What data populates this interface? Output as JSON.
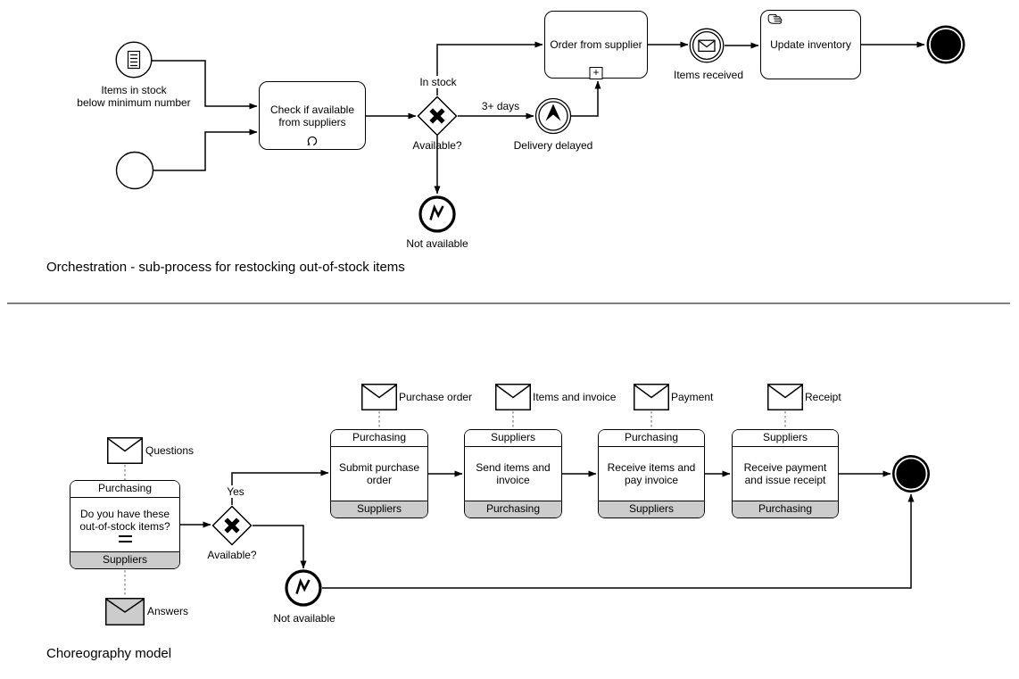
{
  "captions": {
    "orchestration": "Orchestration - sub-process for restocking out-of-stock items",
    "choreography": "Choreography model"
  },
  "orchestration": {
    "conditional_start_label": "Items in stock\nbelow minimum number",
    "task_check": "Check if available\nfrom suppliers",
    "task_order": "Order from supplier",
    "task_update": "Update inventory",
    "subprocess_marker": "+",
    "gateway_label": "Available?",
    "branch_in_stock": "In stock",
    "branch_delay": "3+ days",
    "escalation_label": "Delivery delayed",
    "message_label": "Items received",
    "error_label": "Not available"
  },
  "choreography": {
    "gateway_label": "Available?",
    "branch_yes": "Yes",
    "error_label": "Not available",
    "messages": {
      "questions": "Questions",
      "answers": "Answers",
      "purchase_order": "Purchase order",
      "items_invoice": "Items and invoice",
      "payment": "Payment",
      "receipt": "Receipt"
    },
    "tasks": [
      {
        "top": "Purchasing",
        "body": "Do you have these\nout-of-stock items?",
        "bottom": "Suppliers"
      },
      {
        "top": "Purchasing",
        "body": "Submit purchase\norder",
        "bottom": "Suppliers"
      },
      {
        "top": "Suppliers",
        "body": "Send items and\ninvoice",
        "bottom": "Purchasing"
      },
      {
        "top": "Purchasing",
        "body": "Receive items and\npay invoice",
        "bottom": "Suppliers"
      },
      {
        "top": "Suppliers",
        "body": "Receive payment\nand issue receipt",
        "bottom": "Purchasing"
      }
    ]
  },
  "colors": {
    "stroke": "#000000",
    "band_gray": "#cccccc",
    "message_dash": "#8a8a8a",
    "background": "#ffffff"
  }
}
